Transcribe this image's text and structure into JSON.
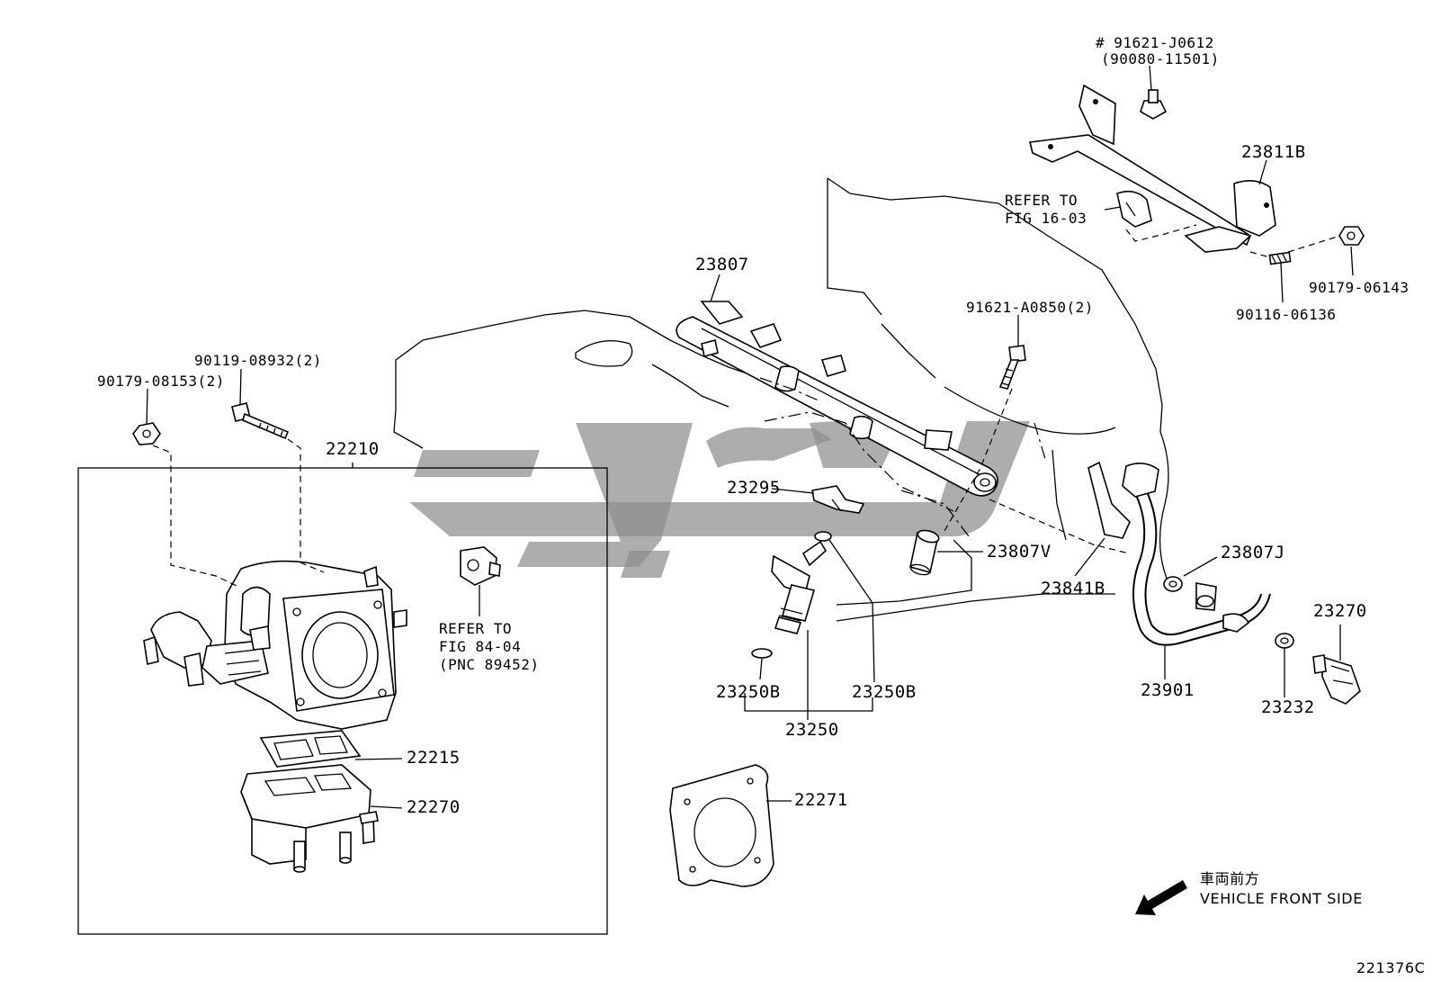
{
  "diagram": {
    "assembly_box_label": "22210",
    "figure_code": "221376C",
    "orientation": {
      "japanese": "車両前方",
      "english": "VEHICLE FRONT SIDE"
    },
    "references": {
      "fig_16_03": {
        "line1": "REFER TO",
        "line2": "FIG 16-03"
      },
      "fig_84_04": {
        "line1": "REFER TO",
        "line2": "FIG 84-04",
        "line3": "(PNC 89452)"
      }
    },
    "parts": {
      "p91621_j0612": "# 91621-J0612",
      "p90080_11501": "(90080-11501)",
      "p23811b": "23811B",
      "p90179_06143": "90179-06143",
      "p90116_06136": "90116-06136",
      "p23807": "23807",
      "p91621_a0850": "91621-A0850(2)",
      "p90119_08932": "90119-08932(2)",
      "p90179_08153": "90179-08153(2)",
      "p23295": "23295",
      "p23807v": "23807V",
      "p23841b": "23841B",
      "p23807j": "23807J",
      "p23270": "23270",
      "p23901": "23901",
      "p23232": "23232",
      "p23250b_left": "23250B",
      "p23250b_right": "23250B",
      "p23250": "23250",
      "p22215": "22215",
      "p22270": "22270",
      "p22271": "22271"
    }
  }
}
